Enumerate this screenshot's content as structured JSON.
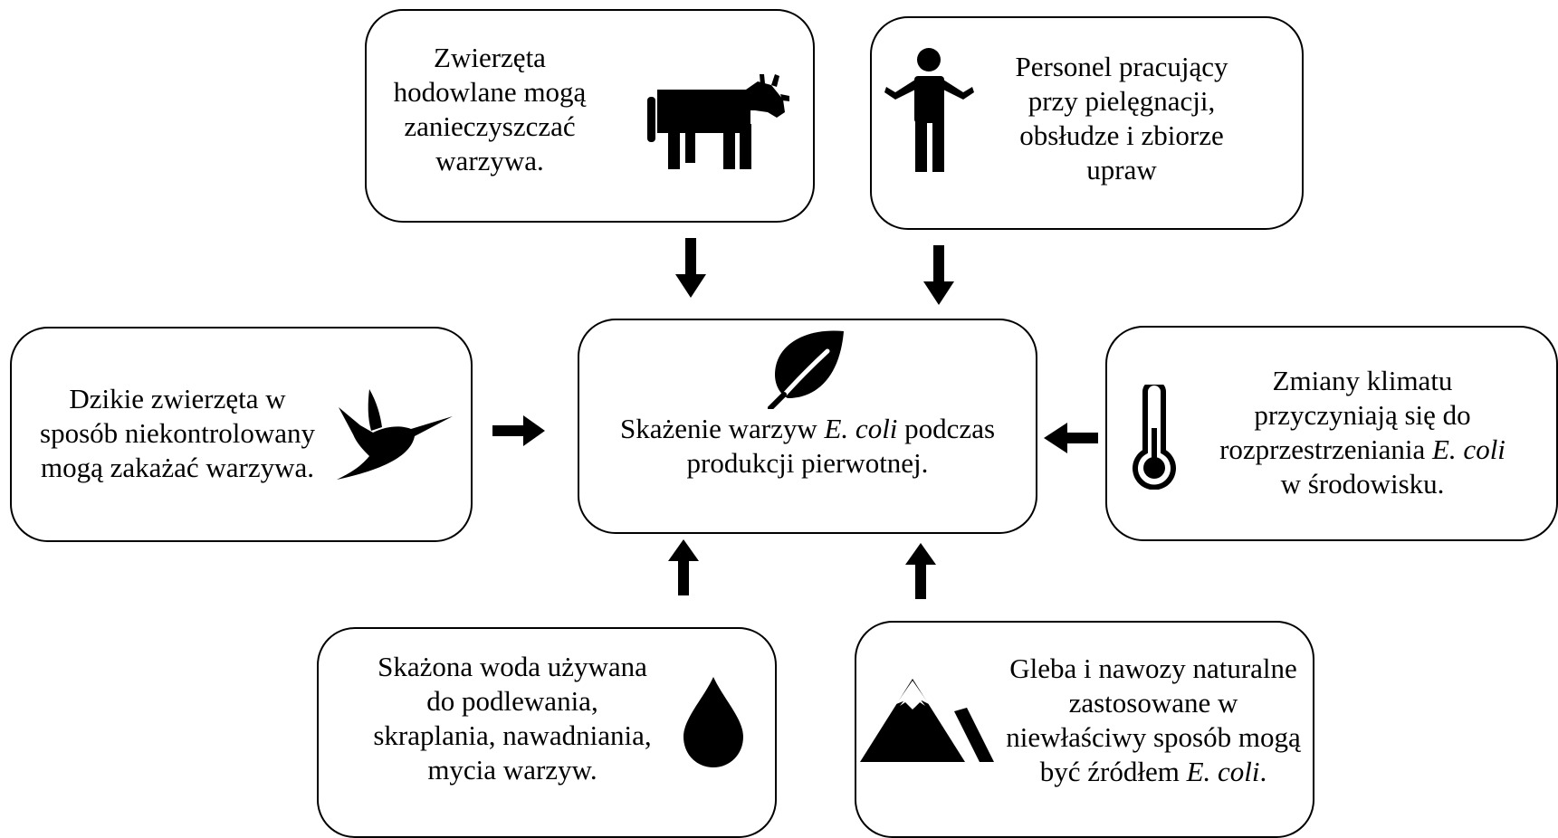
{
  "center": {
    "line1_pre": "Skażenie warzyw ",
    "line1_em": "E. coli",
    "line1_post": " podczas",
    "line2": "produkcji pierwotnej."
  },
  "livestock": {
    "lines": [
      "Zwierzęta",
      "hodowlane mogą",
      "zanieczyszczać",
      "warzywa."
    ],
    "icon": "cow-icon"
  },
  "personnel": {
    "lines": [
      "Personel pracujący",
      "przy pielęgnacji,",
      "obsłudze i zbiorze",
      "upraw"
    ],
    "icon": "person-icon"
  },
  "wildlife": {
    "lines": [
      "Dzikie zwierzęta w",
      "sposób niekontrolowany",
      "mogą zakażać warzywa."
    ],
    "icon": "hummingbird-icon"
  },
  "climate": {
    "line1": "Zmiany klimatu",
    "line2": "przyczyniają się do",
    "line3_pre": "rozprzestrzeniania ",
    "line3_em": "E. coli",
    "line4": "w środowisku.",
    "icon": "thermometer-icon"
  },
  "water": {
    "lines": [
      "Skażona woda używana",
      "do podlewania,",
      "skraplania, nawadniania,",
      "mycia warzyw."
    ],
    "icon": "water-drop-icon"
  },
  "soil": {
    "line1": "Gleba i nawozy naturalne",
    "line2": "zastosowane w",
    "line3": "niewłaściwy sposób mogą",
    "line4_pre": "być źródłem ",
    "line4_em": "E. coli",
    "line4_post": ".",
    "icon": "mountain-icon"
  },
  "center_icon": "leaf-icon"
}
